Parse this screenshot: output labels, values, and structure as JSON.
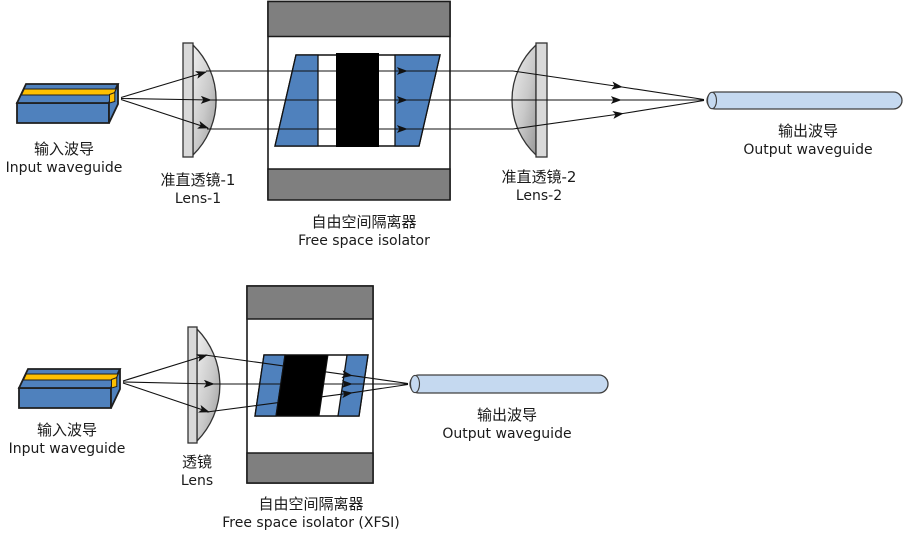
{
  "diagram_top": {
    "input_waveguide": {
      "cn": "输入波导",
      "en": "Input waveguide"
    },
    "lens1": {
      "cn": "准直透镜-1",
      "en": "Lens-1"
    },
    "isolator": {
      "cn": "自由空间隔离器",
      "en": "Free space isolator"
    },
    "lens2": {
      "cn": "准直透镜-2",
      "en": "Lens-2"
    },
    "output_waveguide": {
      "cn": "输出波导",
      "en": "Output waveguide"
    }
  },
  "diagram_bottom": {
    "input_waveguide": {
      "cn": "输入波导",
      "en": "Input waveguide"
    },
    "lens": {
      "cn": "透镜",
      "en": "Lens"
    },
    "isolator": {
      "cn": "自由空间隔离器",
      "en": "Free space isolator (XFSI)"
    },
    "output_waveguide": {
      "cn": "输出波导",
      "en": "Output waveguide"
    }
  },
  "palette": {
    "waveguide_blue": "#4f81bd",
    "core_yellow": "#ffc000",
    "isolator_gray": "#7f7f7f",
    "output_fiber_blue": "#c5d9f0",
    "lens_gray_light": "#ececec",
    "lens_gray_dark": "#9c9c9c",
    "line_black": "#111111",
    "background": "#ffffff"
  }
}
